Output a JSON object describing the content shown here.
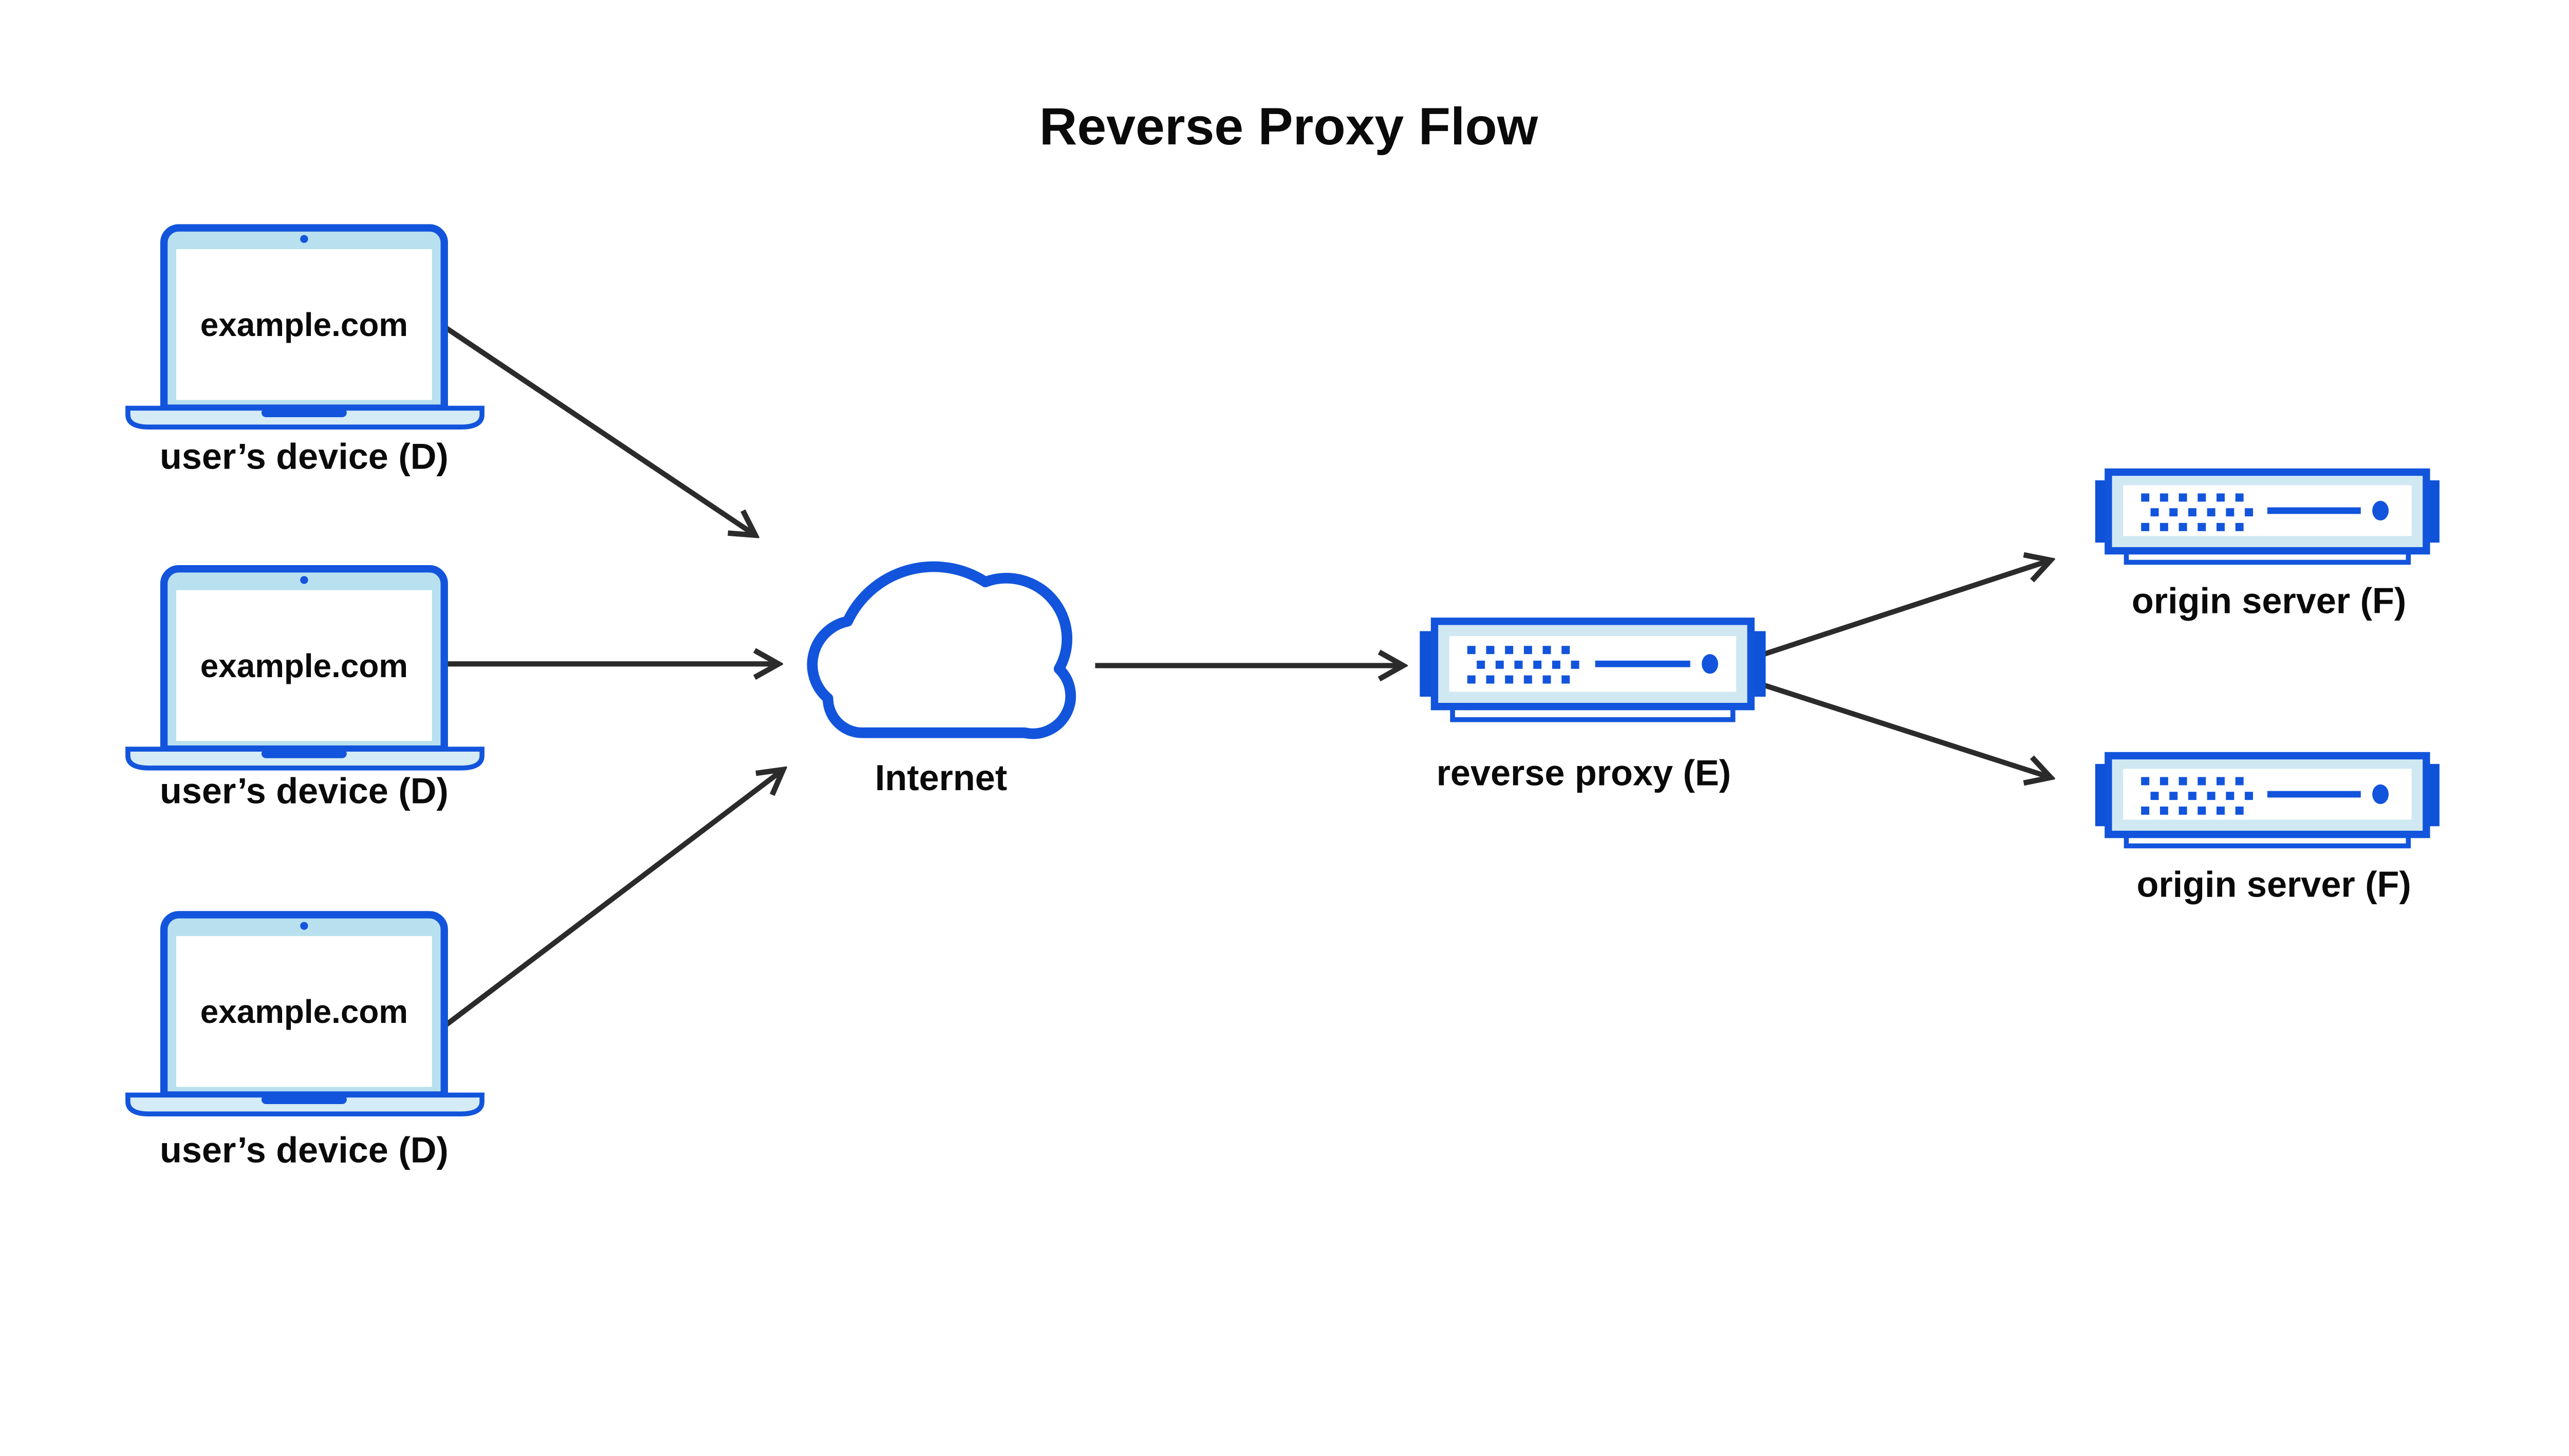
{
  "title": "Reverse Proxy Flow",
  "nodes": {
    "devices": [
      {
        "id": "D1",
        "screen_text": "example.com",
        "label": "user’s device (D)"
      },
      {
        "id": "D2",
        "screen_text": "example.com",
        "label": "user’s device (D)"
      },
      {
        "id": "D3",
        "screen_text": "example.com",
        "label": "user’s device (D)"
      }
    ],
    "internet": {
      "label": "Internet"
    },
    "reverse_proxy": {
      "label": "reverse proxy (E)"
    },
    "origin_servers": [
      {
        "id": "F1",
        "label": "origin server (F)"
      },
      {
        "id": "F2",
        "label": "origin server (F)"
      }
    ]
  },
  "connections": [
    {
      "from": "user’s device (D) top",
      "to": "Internet"
    },
    {
      "from": "user’s device (D) middle",
      "to": "Internet"
    },
    {
      "from": "user’s device (D) bottom",
      "to": "Internet"
    },
    {
      "from": "Internet",
      "to": "reverse proxy (E)"
    },
    {
      "from": "reverse proxy (E)",
      "to": "origin server (F) top"
    },
    {
      "from": "reverse proxy (E)",
      "to": "origin server (F) bottom"
    }
  ],
  "colors": {
    "primary_blue": "#1254DB",
    "laptop_lid_fill": "#B8E0EE",
    "laptop_base_fill": "#D5EBF5",
    "server_panel_fill": "#CFE8F2",
    "arrow": "#2B2B2B",
    "text": "#0A0A0A",
    "background": "#FFFFFF"
  }
}
